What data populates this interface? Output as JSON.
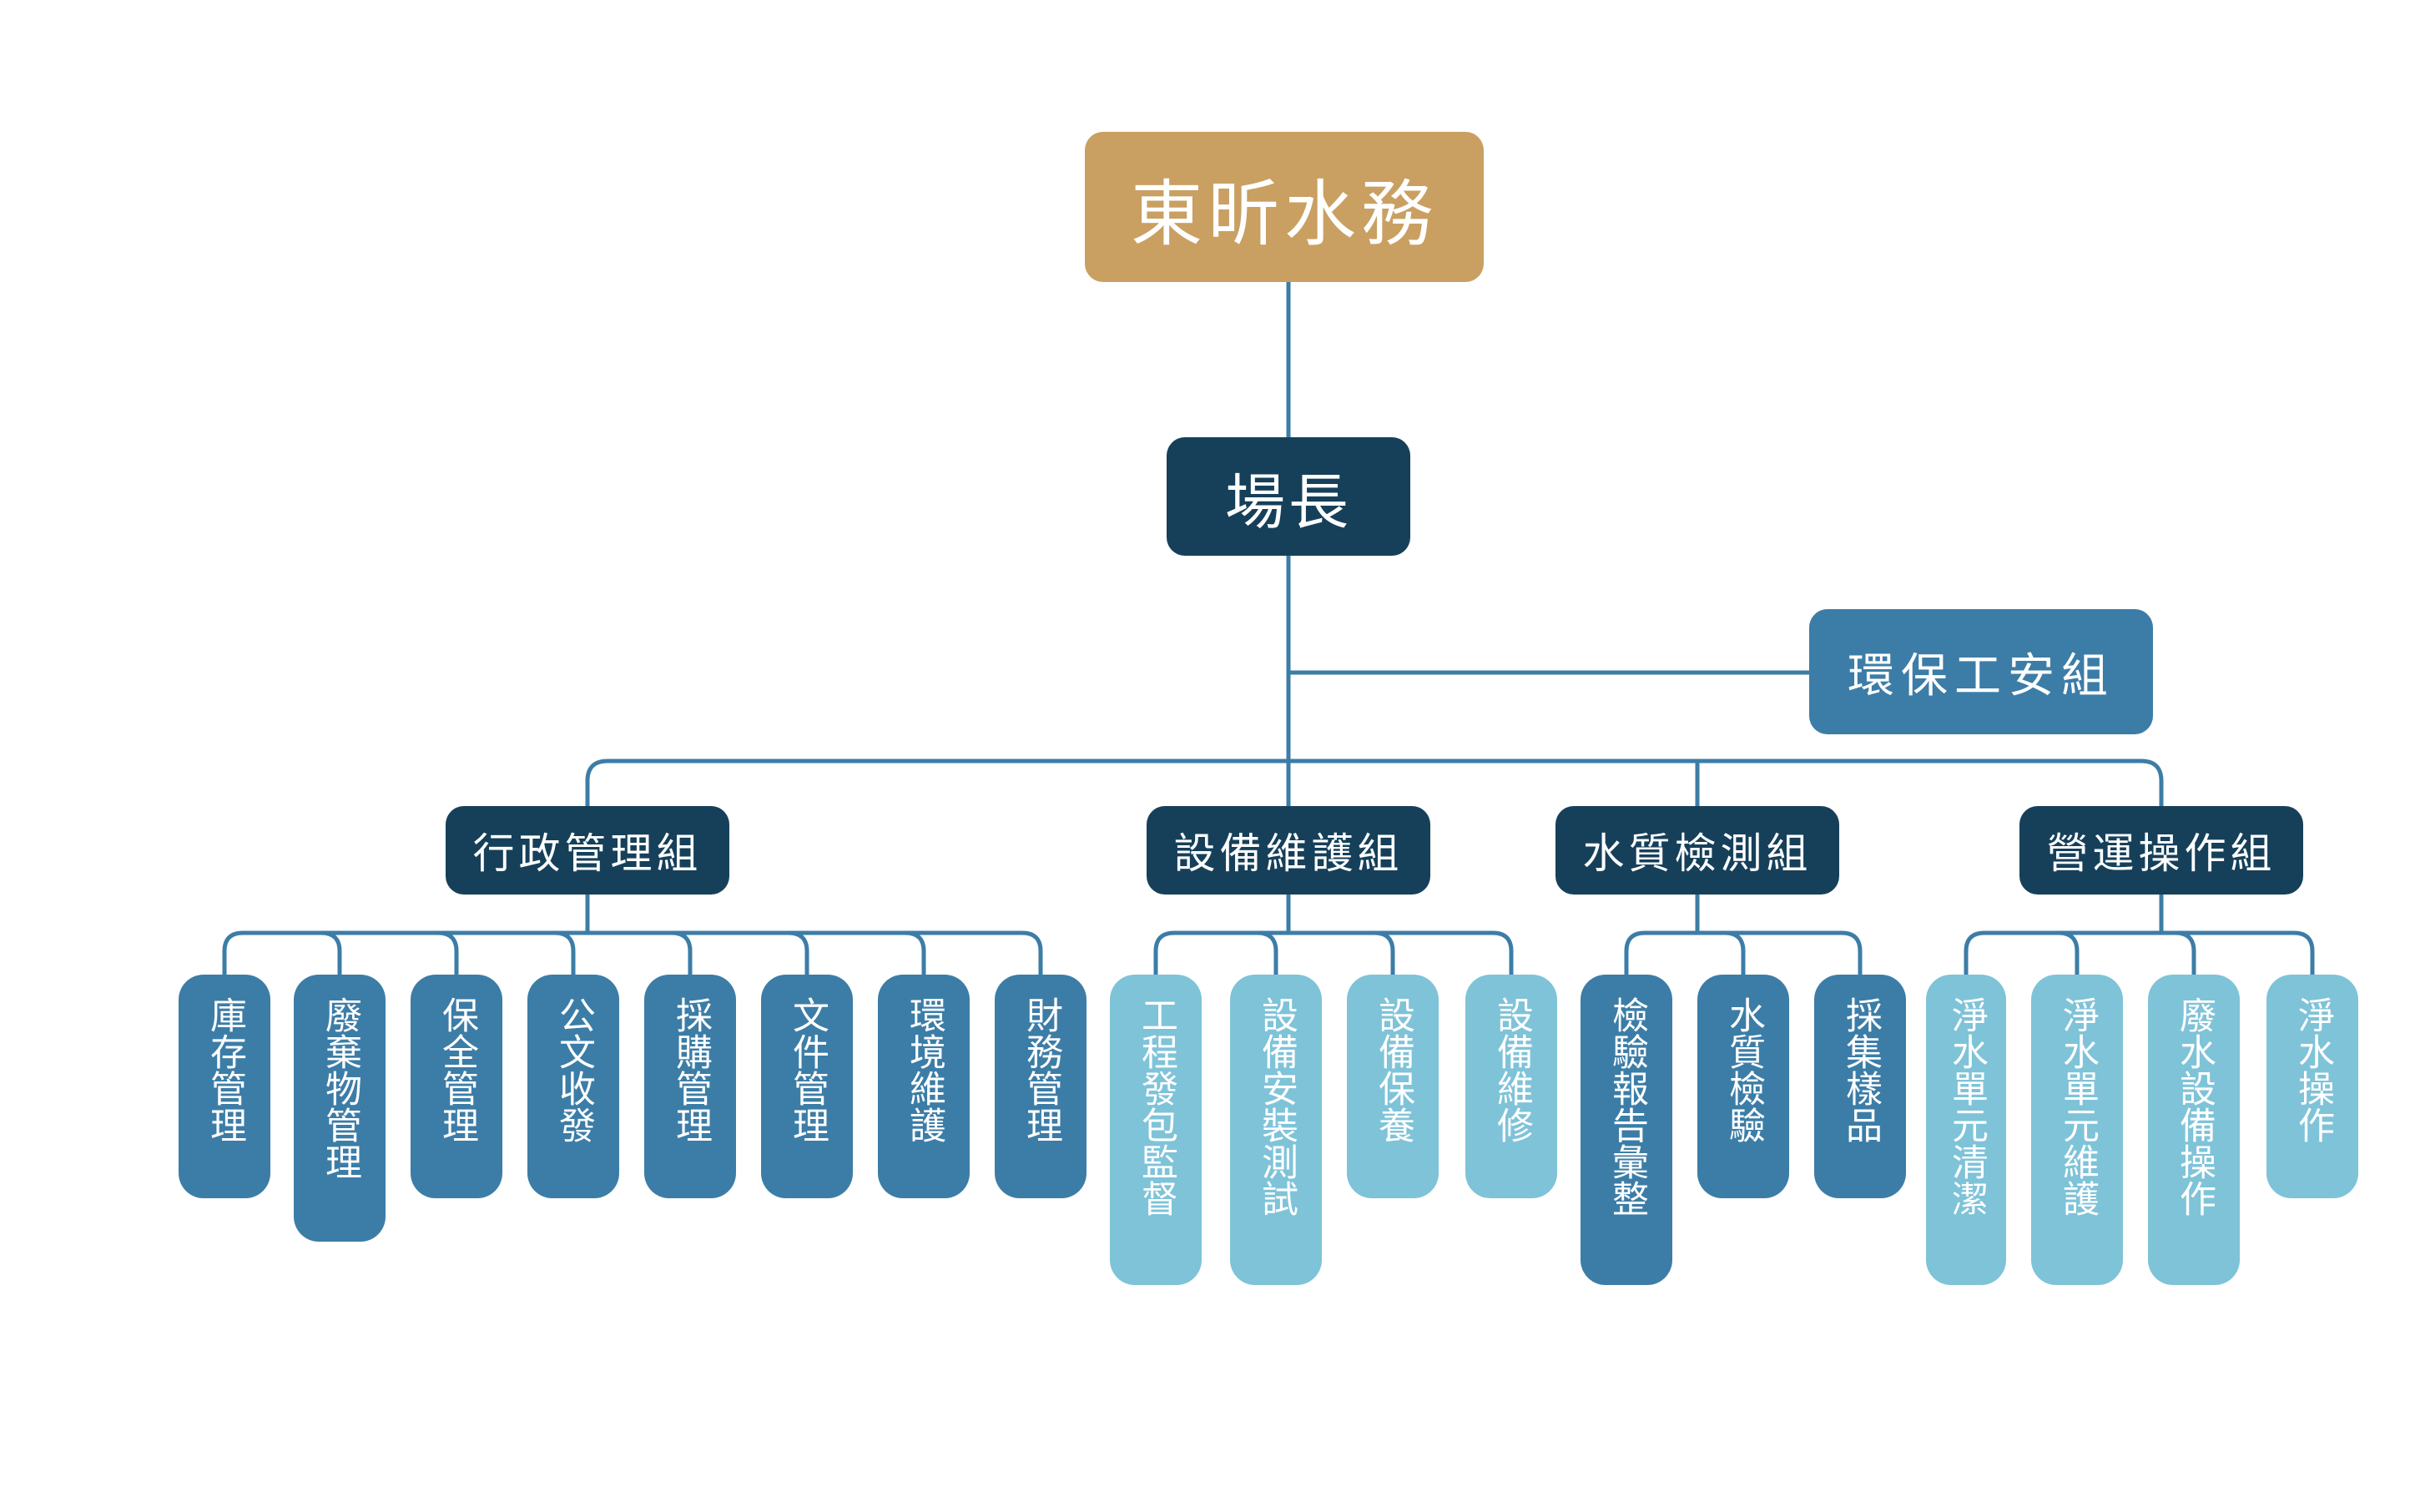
{
  "root": "東昕水務",
  "director": "場長",
  "side_group": "環保工安組",
  "colors": {
    "root": "#C9A062",
    "dark": "#16405A",
    "mid": "#3C7DA7",
    "light": "#7FC3D8",
    "line": "#3C7DA7"
  },
  "groups": [
    {
      "label": "行政管理組",
      "items": [
        "庫存管理",
        "廢棄物管理",
        "保全管理",
        "公文收發",
        "採購管理",
        "文件管理",
        "環境維護",
        "財務管理"
      ]
    },
    {
      "label": "設備維護組",
      "items": [
        "工程發包監督",
        "設備安裝測試",
        "設備保養",
        "設備維修"
      ]
    },
    {
      "label": "水質檢測組",
      "items": [
        "檢驗報告彙整",
        "水質檢驗",
        "採集樣品"
      ]
    },
    {
      "label": "營運操作組",
      "items": [
        "淨水單元清潔",
        "淨水單元維護",
        "廢水設備操作",
        "淨水操作"
      ]
    }
  ]
}
